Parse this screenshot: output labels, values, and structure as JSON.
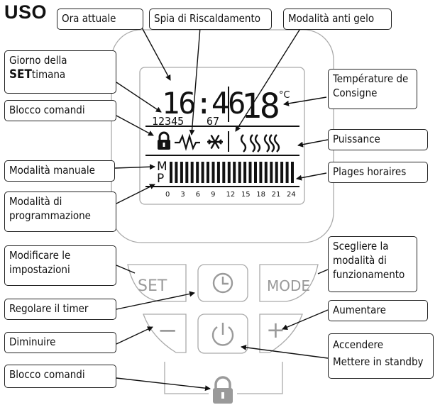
{
  "title": "USO",
  "labels": {
    "ora_attuale": "Ora attuale",
    "spia_riscaldamento": "Spia di Riscaldamento",
    "modalita_antigelo": "Modalità anti gelo",
    "giorno_settimana_1": "Giorno della",
    "giorno_settimana_set": "SET",
    "giorno_settimana_2": "timana",
    "temperature_consigne": "Température de Consigne",
    "blocco_comandi_top": "Blocco comandi",
    "puissance": "Puissance",
    "modalita_manuale": "Modalità manuale",
    "plages_horaires": "Plages horaires",
    "modalita_programmazione": "Modalità di programmazione",
    "modificare_impostazioni": "Modificare le impostazioni",
    "scegliere_modalita": "Scegliere la modalità di funzionamento",
    "regolare_timer": "Regolare il timer",
    "aumentare": "Aumentare",
    "diminuire": "Diminuire",
    "accendere": "Accendere",
    "standby": "Mettere in standby",
    "blocco_comandi_bottom": "Blocco comandi"
  },
  "display": {
    "time": "16:46",
    "days_left": "12345",
    "days_right": "67",
    "temperature": "18",
    "temp_unit": "°C",
    "mode_m": "M",
    "mode_p": "P",
    "hour_ticks": [
      "0",
      "3",
      "6",
      "9",
      "12",
      "15",
      "18",
      "21",
      "24"
    ],
    "program_bar_count": 24
  },
  "buttons": {
    "set": "SET",
    "mode": "MODE",
    "minus": "−",
    "plus": "+"
  },
  "icons": {
    "lock": "lock-icon",
    "heating": "heating-resistor-icon",
    "frost": "snowflake-icon",
    "power_levels": "heat-waves-icon",
    "clock": "clock-icon",
    "power": "power-icon"
  },
  "colors": {
    "outline": "#9a9a9a",
    "text": "#111111"
  }
}
